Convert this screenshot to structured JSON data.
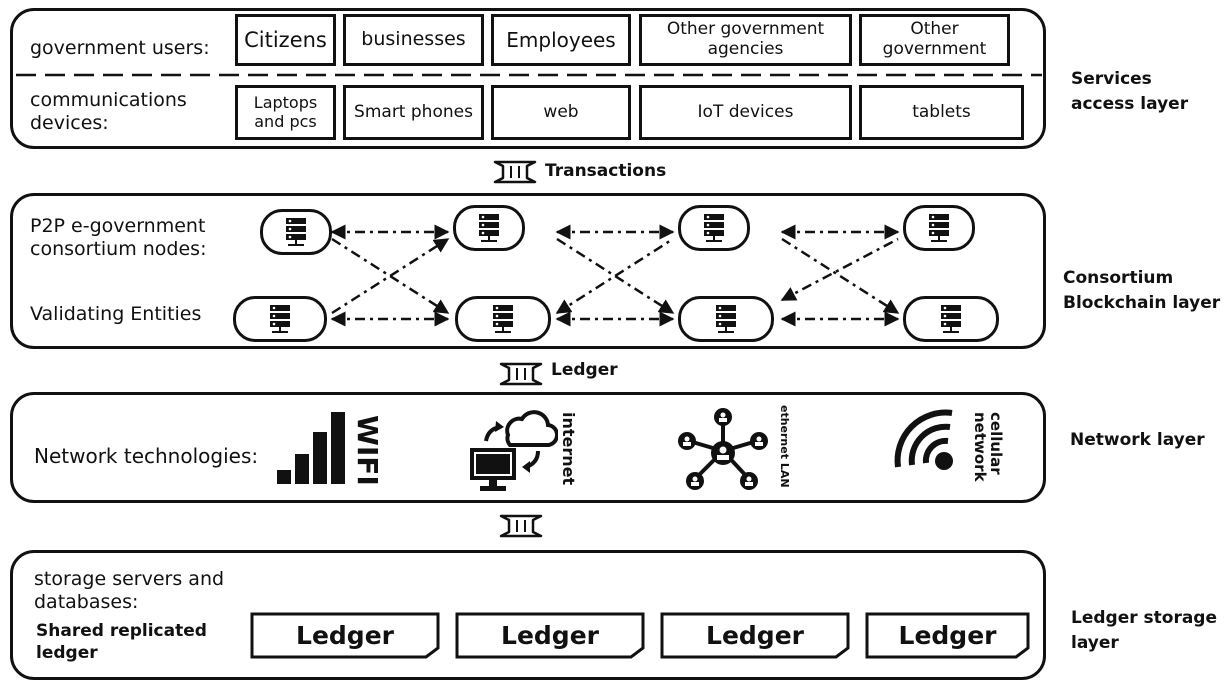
{
  "layers": {
    "services_access": "Services access layer",
    "blockchain": "Consortium Blockchain layer",
    "network": "Network layer",
    "ledger_storage": "Ledger storage layer"
  },
  "services": {
    "users_label": "government users:",
    "users": [
      "Citizens",
      "businesses",
      "Employees",
      "Other government agencies",
      "Other government"
    ],
    "devices_label": "communications devices:",
    "devices": [
      "Laptops and pcs",
      "Smart phones",
      "web",
      "IoT devices",
      "tablets"
    ]
  },
  "arrows": {
    "transactions": "Transactions",
    "ledger": "Ledger"
  },
  "blockchain": {
    "nodes_label": "P2P e-government consortium nodes:",
    "validating_label": "Validating Entities",
    "node_icon": "server-icon"
  },
  "network": {
    "label": "Network technologies:",
    "wifi": "WIFI",
    "internet": "internet",
    "ethernet": "ethernet LAN",
    "cellular": "cellular network"
  },
  "storage": {
    "label": "storage servers and databases:",
    "shared": "Shared replicated ledger",
    "ledgers": [
      "Ledger",
      "Ledger",
      "Ledger",
      "Ledger"
    ]
  }
}
